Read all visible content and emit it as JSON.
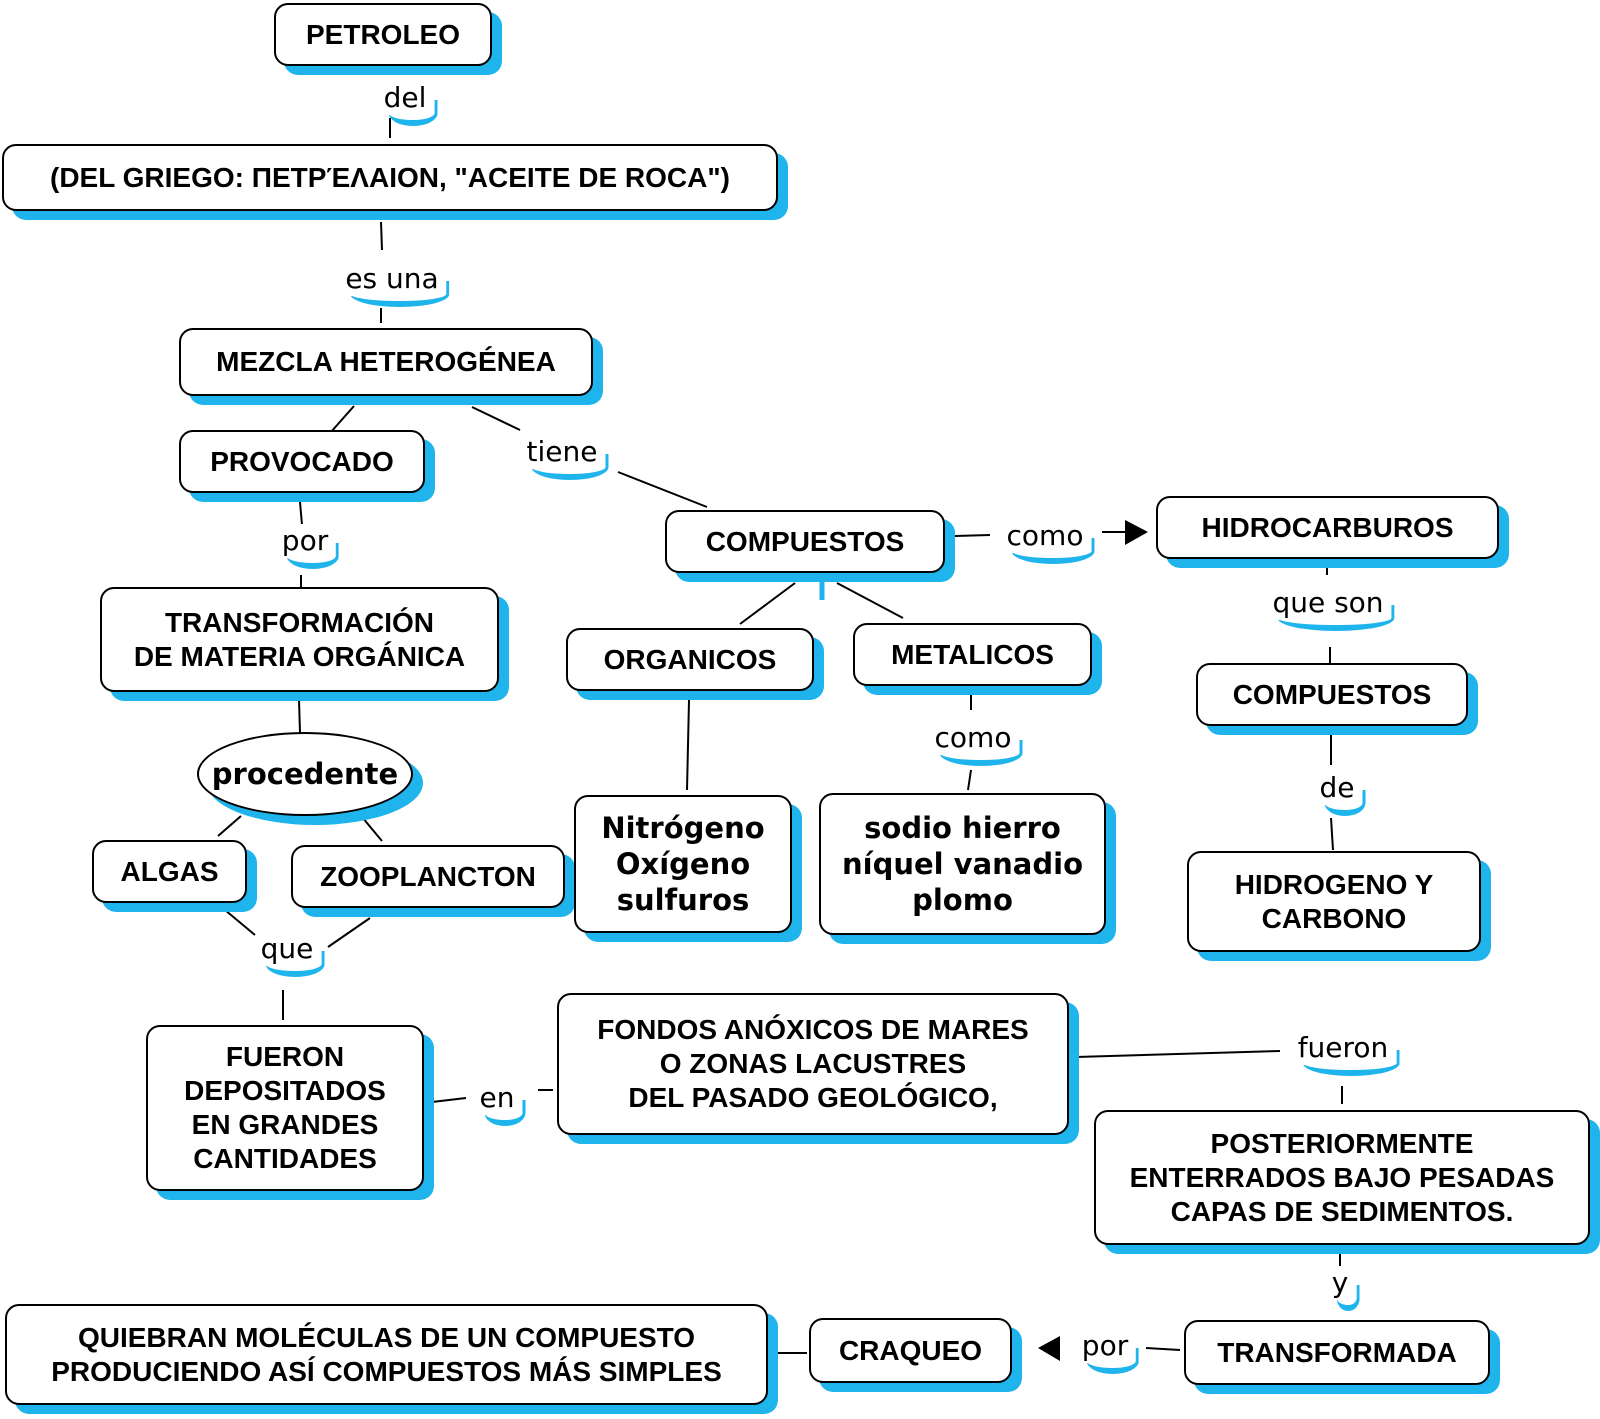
{
  "colors": {
    "shadow": "#1fb5ec",
    "border": "#000000",
    "background": "#ffffff"
  },
  "nodes": {
    "petroleo": "PETROLEO",
    "griego": "(DEL GRIEGO: ΠΕΤΡΈΛΑΙΟΝ, \"ACEITE DE ROCA\")",
    "mezcla": "MEZCLA HETEROGÉNEA",
    "provocado": "PROVOCADO",
    "transformacion": "TRANSFORMACIÓN\nDE MATERIA ORGÁNICA",
    "procedente": "procedente",
    "algas": "ALGAS",
    "zooplancton": "ZOOPLANCTON",
    "depositados": "FUERON\nDEPOSITADOS\nEN GRANDES\nCANTIDADES",
    "fondos": "FONDOS ANÓXICOS DE MARES\nO ZONAS LACUSTRES\nDEL PASADO GEOLÓGICO,",
    "compuestos": "COMPUESTOS",
    "organicos": "ORGANICOS",
    "metalicos": "METALICOS",
    "nitrogeno": "Nitrógeno\nOxígeno\nsulfuros",
    "sodio": "sodio hierro\nníquel vanadio\nplomo",
    "hidrocarburos": "HIDROCARBUROS",
    "compuestos2": "COMPUESTOS",
    "hidrogeno": "HIDROGENO Y\nCARBONO",
    "posteriormente": "POSTERIORMENTE\nENTERRADOS BAJO PESADAS\nCAPAS DE SEDIMENTOS.",
    "transformada": "TRANSFORMADA",
    "craqueo": "CRAQUEO",
    "quiebran": "QUIEBRAN MOLÉCULAS DE UN COMPUESTO\nPRODUCIENDO ASÍ COMPUESTOS MÁS SIMPLES"
  },
  "links": {
    "del": "del",
    "es_una": "es una",
    "tiene": "tiene",
    "por1": "por",
    "que": "que",
    "en": "en",
    "fueron": "fueron",
    "y": "y",
    "por2": "por",
    "como1": "como",
    "como2": "como",
    "que_son": "que son",
    "de": "de"
  }
}
